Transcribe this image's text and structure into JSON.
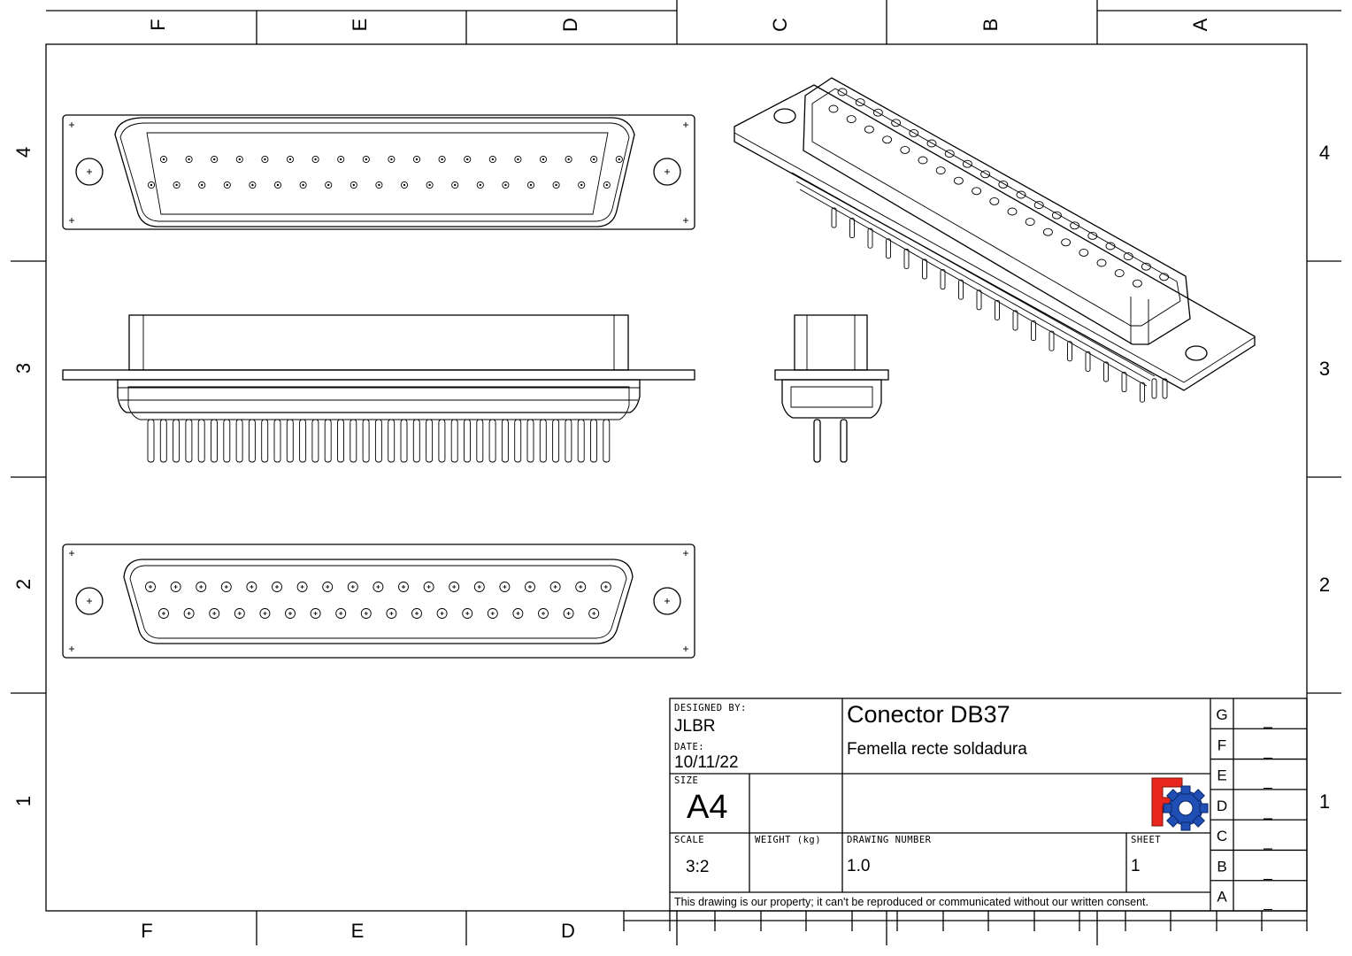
{
  "zones": {
    "top_letters": [
      "F",
      "E",
      "D",
      "C",
      "B",
      "A"
    ],
    "bottom_letters": [
      "F",
      "E",
      "D"
    ],
    "left_numbers": [
      "4",
      "3",
      "2",
      "1"
    ],
    "right_numbers": [
      "4",
      "3",
      "2",
      "1"
    ]
  },
  "title_block": {
    "designed_by_label": "DESIGNED BY:",
    "designed_by": "JLBR",
    "date_label": "DATE:",
    "date": "10/11/22",
    "size_label": "SIZE",
    "size": "A4",
    "scale_label": "SCALE",
    "scale": "3:2",
    "weight_label": "WEIGHT (kg)",
    "weight": "",
    "drawing_number_label": "DRAWING NUMBER",
    "drawing_number": "1.0",
    "sheet_label": "SHEET",
    "sheet": "1",
    "title": "Conector DB37",
    "subtitle": "Femella recte soldadura",
    "legal": "This drawing is our property; it can't be reproduced or communicated without our written consent.",
    "logo": "freecad-logo"
  },
  "revisions": [
    {
      "letter": "G",
      "value": "_"
    },
    {
      "letter": "F",
      "value": "_"
    },
    {
      "letter": "E",
      "value": "_"
    },
    {
      "letter": "D",
      "value": "_"
    },
    {
      "letter": "C",
      "value": "_"
    },
    {
      "letter": "B",
      "value": "_"
    },
    {
      "letter": "A",
      "value": "_"
    }
  ],
  "colors": {
    "line": "#000000",
    "paper": "#ffffff",
    "logo_red": "#e8281e",
    "logo_blue": "#1f4fb5"
  }
}
